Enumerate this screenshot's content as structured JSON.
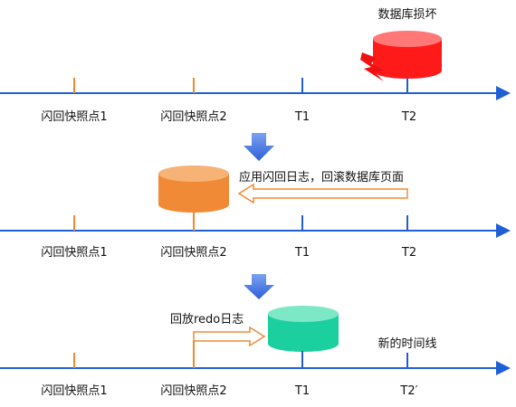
{
  "title_damage": "数据库损坏",
  "label_apply": "应用闪回日志，回滚数据库页面",
  "label_redo": "回放redo日志",
  "label_new_timeline": "新的时间线",
  "timelines": [
    {
      "ticks": [
        "闪回快照点1",
        "闪回快照点2",
        "T1",
        "T2"
      ]
    },
    {
      "ticks": [
        "闪回快照点1",
        "闪回快照点2",
        "T1",
        "T2"
      ]
    },
    {
      "ticks": [
        "闪回快照点1",
        "闪回快照点2",
        "T1",
        "T2′"
      ]
    }
  ],
  "colors": {
    "axis": "#1f5fd6",
    "snapshot_tick": "#ee8a2e",
    "time_tick": "#1f5fd6",
    "db_damaged": "#ff1a1a",
    "db_flashback": "#f08a36",
    "db_redo": "#1ccf9f",
    "step_arrow": "#3c6fe0",
    "hollow_arrow": "#f08a36"
  },
  "icons": {
    "damage_bolt": "lightning-bolt-icon",
    "step": "down-arrow-icon"
  }
}
